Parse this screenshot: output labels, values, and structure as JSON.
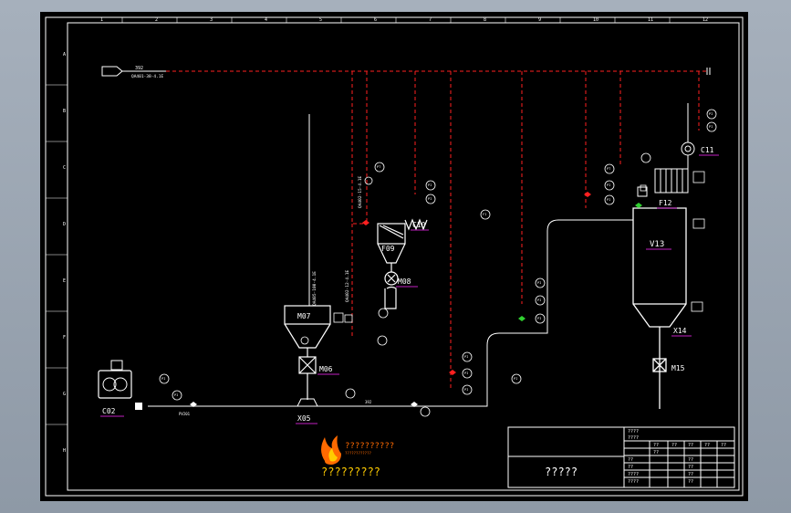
{
  "colors": {
    "background": "#000000",
    "line": "#ffffff",
    "gas_line": "#ff2020",
    "label": "#ffffff",
    "underline": "#c020c0",
    "logo_flame": "#ff6a00",
    "logo_text": "#ffcc00",
    "valve_green": "#30d030"
  },
  "equipment": {
    "c02": "C02",
    "m06": "M06",
    "m07": "M07",
    "m08": "M08",
    "f09": "F09",
    "c10": "C10",
    "c11": "C11",
    "f12": "F12",
    "v13": "V13",
    "x14": "X14",
    "m15": "M15",
    "x05": "X05"
  },
  "line_labels": {
    "supply_tag": "392",
    "supply_spec": "QA401-38-4.1E",
    "branch_a": "QA402-15-4.1E",
    "branch_b": "QA402-12-4.1E",
    "branch_c": "QA405-100-4.1E",
    "pipe_d": "PV201",
    "pipe_e": "392"
  },
  "instruments": {
    "generic": "PI",
    "press": "PT",
    "flow": "FI"
  },
  "logo": {
    "name": "??????????",
    "subtitle": "????????????",
    "slogan": "?????????"
  },
  "title_block": {
    "drawing_title": "?????",
    "header_rows": [
      "????",
      "????"
    ],
    "row_cells": [
      "??",
      "??",
      "??",
      "??",
      "??",
      "??"
    ],
    "left_column": [
      "??",
      "??",
      "????",
      "????"
    ],
    "right_cells": [
      "??",
      "??",
      "??",
      "??"
    ]
  },
  "border_ticks": {
    "top": [
      "1",
      "2",
      "3",
      "4",
      "5",
      "6",
      "7",
      "8",
      "9",
      "10",
      "11",
      "12"
    ],
    "side": [
      "A",
      "B",
      "C",
      "D",
      "E",
      "F",
      "G",
      "H"
    ]
  }
}
